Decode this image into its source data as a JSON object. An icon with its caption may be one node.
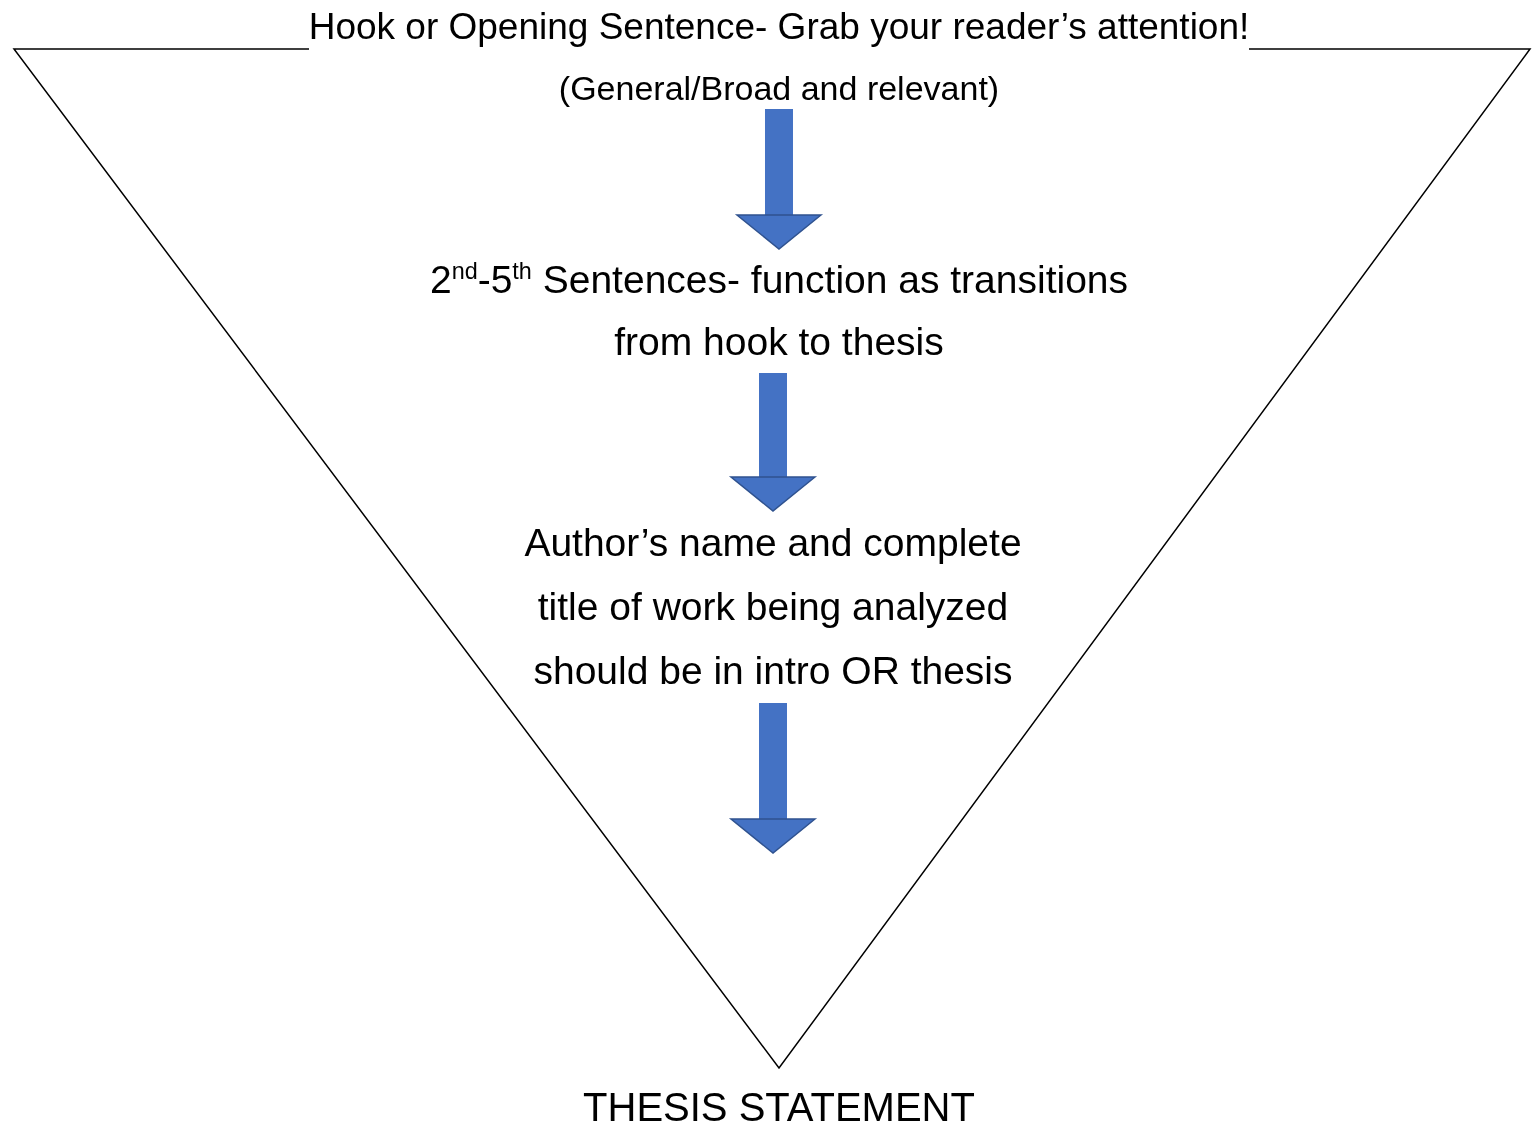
{
  "diagram": {
    "nodes": [
      {
        "text": [
          "Hook or Opening Sentence- Grab your reader’s attention!"
        ]
      },
      {
        "text": [
          "(General/Broad and relevant)"
        ],
        "in": 0
      },
      {
        "text": [
          "2$^{nd}$-5$^{th}$ Sentences- function as transitions from hook to thesis"
        ],
        "in": 0
      },
      {
        "text": [
          "Author’s name and complete title of work being analyzed  should be in intro OR thesis"
        ],
        "in": 0
      },
      {
        "text": [
          "THESIS STATEMENT"
        ]
      }
    ],
    "edges": [
      {
        "from": 1,
        "to": 2,
        "arrow": "to"
      },
      {
        "from": 2,
        "to": 3,
        "arrow": "to"
      },
      {
        "from": 3,
        "to": null,
        "arrow": "to"
      }
    ]
  }
}
